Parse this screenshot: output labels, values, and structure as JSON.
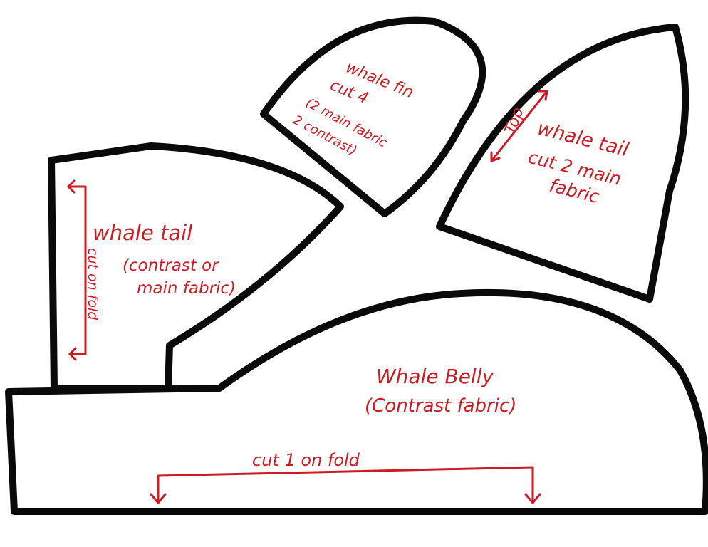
{
  "ink_color": "#cc1b23",
  "outline_color": "#0a0a0a",
  "tail_contrast": {
    "title": "whale tail",
    "line1": "(contrast or",
    "line2": "main fabric)",
    "fold_note": "cut on fold"
  },
  "fin": {
    "line1": "whale fin",
    "line2": "cut 4",
    "line3": "(2 main fabric",
    "line4": "2 contrast)"
  },
  "tail_main": {
    "top_marker": "Top",
    "line1": "whale tail",
    "line2": "cut 2 main",
    "line3": "fabric"
  },
  "belly": {
    "title": "Whale Belly",
    "subtitle": "(Contrast fabric)",
    "fold_note": "cut 1 on fold"
  }
}
